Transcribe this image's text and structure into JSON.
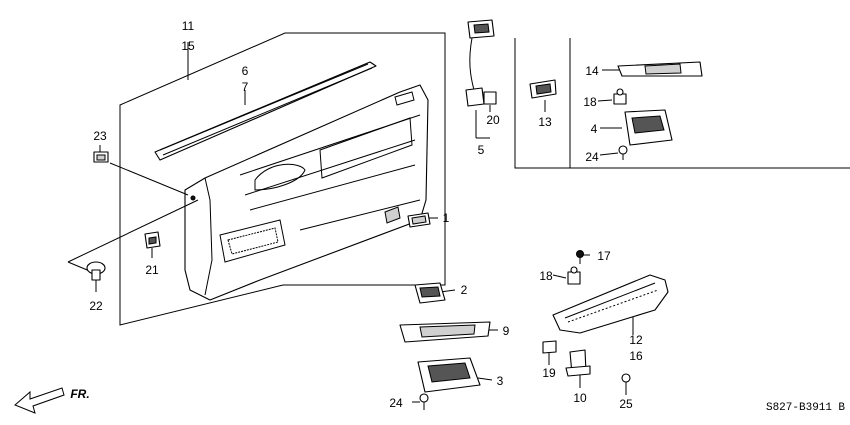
{
  "diagram_code": "S827-B3911",
  "diagram_code_suffix": "B",
  "direction_label": "FR.",
  "callouts": {
    "c1": "1",
    "c2": "2",
    "c3": "3",
    "c4": "4",
    "c5": "5",
    "c6": "6",
    "c7": "7",
    "c9": "9",
    "c10": "10",
    "c11": "11",
    "c12": "12",
    "c13": "13",
    "c14": "14",
    "c15": "15",
    "c16": "16",
    "c17": "17",
    "c18a": "18",
    "c18b": "18",
    "c19": "19",
    "c20": "20",
    "c21": "21",
    "c22": "22",
    "c23": "23",
    "c24a": "24",
    "c24b": "24",
    "c25": "25"
  }
}
